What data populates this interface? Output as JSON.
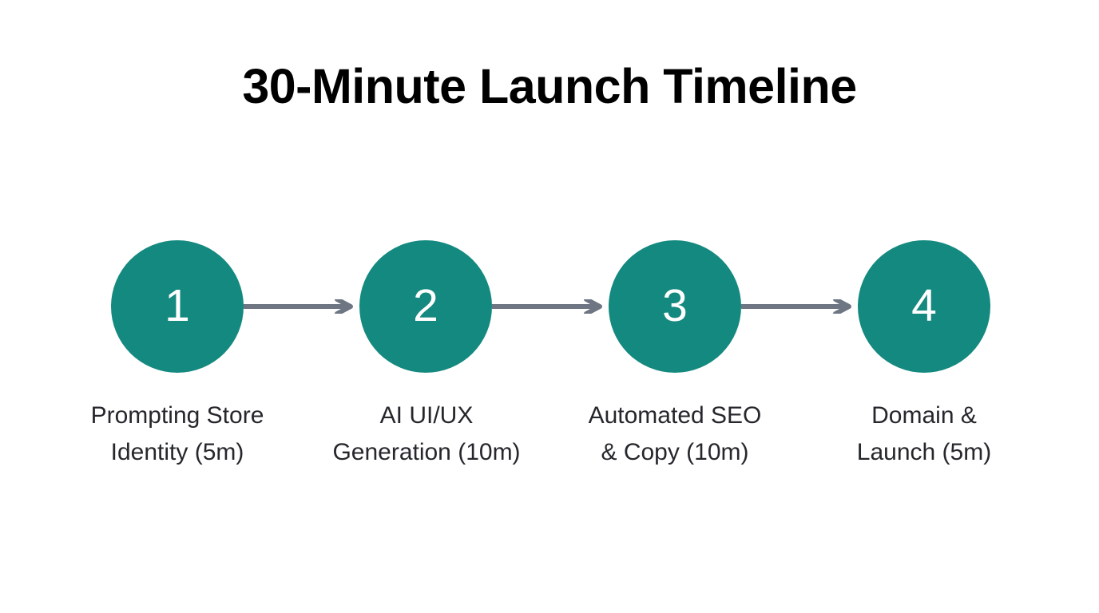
{
  "page": {
    "title": "30-Minute Launch Timeline",
    "background_color": "#ffffff"
  },
  "theme": {
    "accent_color": "#14897F",
    "arrow_color": "#6E7683",
    "number_color": "#ffffff",
    "label_color": "#25272C",
    "title_color": "#000000"
  },
  "chart_data": {
    "type": "diagram",
    "diagram_kind": "horizontal-step-flow",
    "title": "30-Minute Launch Timeline",
    "total_duration": "30 minutes",
    "step_count": 4,
    "connector_icon": "arrow-right-icon",
    "steps": [
      {
        "number": "1",
        "label_line_1": "Prompting Store",
        "label_line_2": "Identity (5m)",
        "full_label": "Prompting Store Identity (5m)",
        "duration_minutes": 5
      },
      {
        "number": "2",
        "label_line_1": "AI UI/UX",
        "label_line_2": "Generation (10m)",
        "full_label": "AI UI/UX Generation (10m)",
        "duration_minutes": 10
      },
      {
        "number": "3",
        "label_line_1": "Automated SEO",
        "label_line_2": "& Copy (10m)",
        "full_label": "Automated SEO & Copy (10m)",
        "duration_minutes": 10
      },
      {
        "number": "4",
        "label_line_1": "Domain &",
        "label_line_2": "Launch (5m)",
        "full_label": "Domain & Launch (5m)",
        "duration_minutes": 5
      }
    ]
  }
}
